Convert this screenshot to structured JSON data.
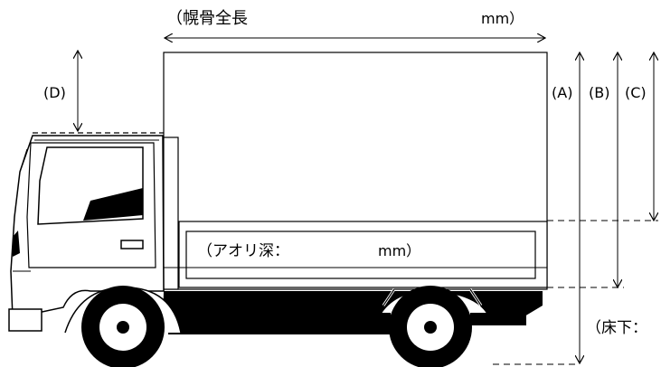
{
  "labels": {
    "frame_length": "（幌骨全長",
    "frame_length_unit": "mm）",
    "label_a": "(A)",
    "label_b": "(B)",
    "label_c": "(C)",
    "label_d": "(D)",
    "tailgate_depth": "（アオリ深：",
    "tailgate_depth_unit": "mm）",
    "floor_height": "（床下："
  },
  "colors": {
    "line": "#000000",
    "background": "#ffffff"
  }
}
